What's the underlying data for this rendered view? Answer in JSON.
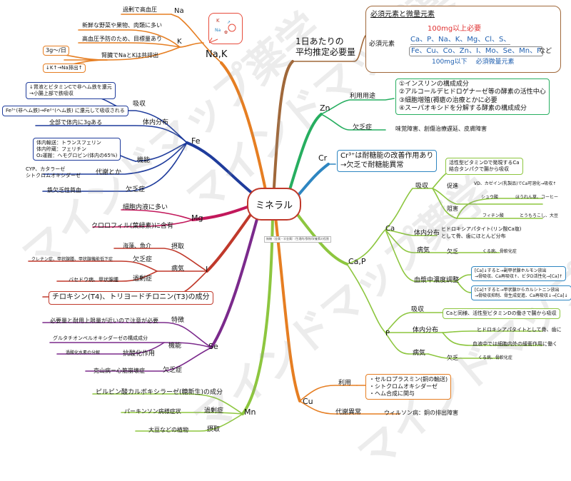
{
  "center": "ミネラル",
  "center_note": "無機（金属・半金属）/生理的/食物/栄養素の役割",
  "watermark": "マインドマップ薬学",
  "branches": {
    "nak": {
      "label": "Na,K",
      "na": {
        "label": "Na",
        "items": [
          "過剰で高血圧"
        ]
      },
      "k": {
        "label": "K",
        "items": [
          "新鮮な野菜や果物、肉類に多い",
          "高血圧予防のため、目標量あり"
        ]
      },
      "k_box1": "3g〜/日",
      "kidney": "腎臓でNaとKは共排出",
      "k_box2": "↓K↑→Na排出↑"
    },
    "fe": {
      "label": "Fe",
      "absorb": {
        "label": "吸収",
        "box": [
          "↓胃液とビタミンCで非ヘム鉄を還元",
          "→小腸上部で鉄吸収"
        ],
        "box2": "Fe³⁺(非ヘム鉄)→Fe²⁺(ヘム鉄) に還元して吸収される"
      },
      "dist": {
        "label": "体内分布",
        "text": "全部で体内に3gある"
      },
      "func": {
        "label": "機能",
        "box": [
          "体内輸送：トランスフェリン",
          "体内貯蔵：フェリチン",
          "O₂運搬：ヘモグロビン(体内の65%)"
        ]
      },
      "metab": {
        "label": "代謝とか",
        "lines": [
          "CYP、カタラーゼ",
          "シトクロムオキシダーゼ"
        ]
      },
      "def": {
        "label": "欠乏症",
        "text": "鉄欠乏性貧血"
      }
    },
    "mg": {
      "label": "Mg",
      "items": [
        "細胞内液に多い",
        "クロロフィル(葉緑素)に含有"
      ]
    },
    "i": {
      "label": "I",
      "intake": {
        "label": "摂取",
        "text": "海藻、魚介"
      },
      "disease": {
        "label": "病気",
        "def_label": "欠乏症",
        "def_text": "クレチン症、甲状腺腫、甲状腺機能低下症",
        "excess_label": "過剰症",
        "excess_text": "バセドウ病、甲状腺腫"
      },
      "box": "チロキシン(T4)、トリヨードチロニン(T3)の成分"
    },
    "se": {
      "label": "Se",
      "feature": {
        "label": "特徴",
        "text": "必要量と耐用上限量が近いので注意が必要"
      },
      "func": {
        "label": "機能",
        "text": "グルタチオンペルオキシダーゼの構成成分"
      },
      "anti": {
        "label": "抗酸化作用",
        "text": "過酸化水素の分解"
      },
      "def": {
        "label": "欠乏症",
        "text": "克山病＝心筋崩壊症"
      }
    },
    "mn": {
      "label": "Mn",
      "top": "ピルビン酸カルボキシラーゼ(糖新生)の成分",
      "excess": {
        "label": "過剰症",
        "text": "パーキンソン病様症状"
      },
      "intake": {
        "label": "摂取",
        "text": "大豆などの植物"
      }
    },
    "req": {
      "label": [
        "1日あたりの",
        "平均推定必要量"
      ],
      "box_title": "必須元素と微量元素",
      "hundred_over": "100mg以上必要",
      "essential_label": "必須元素",
      "row1": "Ca、P、Na、K、Mg、Cl、S、",
      "row2": "Fe、Cu、Co、Zn、I、Mo、Se、Mn、F",
      "row2_tail": "など",
      "hundred_under": "100mg以下　 必須微量元素"
    },
    "zn": {
      "label": "Zn",
      "use": {
        "label": "利用用途",
        "box": [
          "①インスリンの構成成分",
          "②アルコールデヒドロゲナーゼ等の酵素の活性中心",
          "③細胞増殖(褥瘡の治療とかに必要",
          "④スーパオキシドを分解する酵素の構成成分"
        ]
      },
      "def": {
        "label": "欠乏症",
        "text": "味覚障害、創傷治療遅延、皮膚障害"
      }
    },
    "cr": {
      "label": "Cr",
      "box": [
        "Cr³⁺は耐糖能の改善作用あり",
        "→欠乏で耐糖能異常"
      ]
    },
    "cap": {
      "label": "Ca,P",
      "ca": {
        "label": "Ca",
        "absorb": {
          "label": "吸収",
          "promote": "促進",
          "promote_box": [
            "活性型ビタミンDで発現するCa",
            "結合タンパクで腸から吸収"
          ],
          "promote2": "VD、カゼイン(乳製品)でCa可溶化→吸収↑",
          "inhibit": "阻害",
          "inh1_a": "シュウ酸",
          "inh1_b": "ほうれん草、コーヒー",
          "inh2_a": "フィチン酸",
          "inh2_b": "とうもろこし、大豆"
        },
        "dist": {
          "label": "体内分布",
          "text": [
            "ヒドロキシアパタイト(リン酸Ca塩)",
            "として骨、歯にほとんど分布"
          ]
        },
        "disease": {
          "label": "病気",
          "def_label": "欠乏",
          "def_text": "くる病、骨軟化症"
        },
        "reg": {
          "label": "血漿中濃度調整",
          "box1": [
            "[Ca]↓すると→副甲状腺ホルモン放出",
            "→骨吸収、Ca再吸収↑、ビタD活性化→[Ca]↑"
          ],
          "box2": [
            "[Ca]↑すると→甲状腺からカルシトニン放出",
            "→骨吸収抑制、骨生成促進、Ca再吸収↓→[Ca]↓"
          ]
        }
      },
      "p": {
        "label": "P",
        "absorb": {
          "label": "吸収",
          "text": "Caと同様、活性型ビタミンDの働きで腸から吸収"
        },
        "dist": {
          "label": "体内分布",
          "text1": "ヒドロキシアパタイトとして骨、歯に",
          "text2": "血液中では細胞内外の緩衝作用に働く"
        },
        "disease": {
          "label": "病気",
          "def_label": "欠乏",
          "def_text": "くる病、骨軟化症"
        }
      }
    },
    "cu": {
      "label": "Cu",
      "use": {
        "label": "利用",
        "box": [
          "・セルロプラスミン(銅の輸送)",
          "・シトクロムオキシダーゼ",
          "・ヘム合成に関与"
        ]
      },
      "abn": {
        "label": "代謝異常",
        "text": "ウィルソン病：銅の排出障害"
      }
    }
  },
  "colors": {
    "nak": "#e67e22",
    "fe": "#1f3c9c",
    "mg": "#c2185b",
    "i": "#c0392b",
    "se": "#7b2a8c",
    "mn": "#8dc63f",
    "req": "#a0683a",
    "zn": "#27ae60",
    "cr": "#2e86c1",
    "cap": "#8dc63f",
    "cu": "#e67e22"
  }
}
